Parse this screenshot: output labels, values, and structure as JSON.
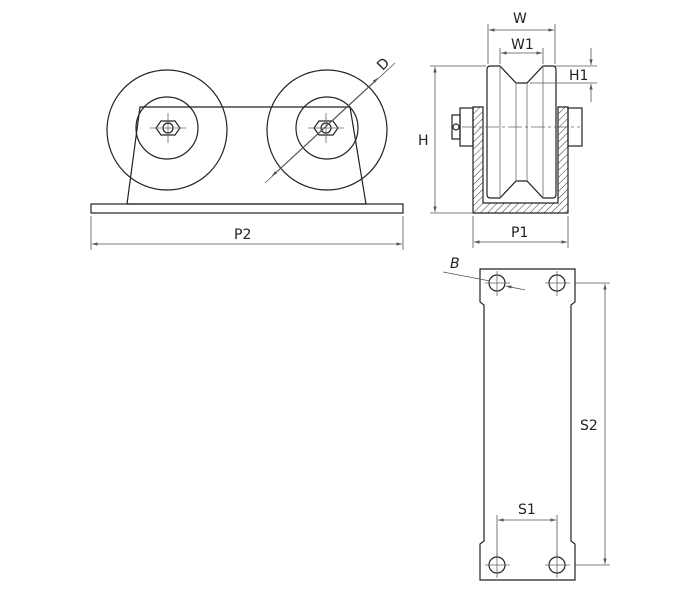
{
  "drawing": {
    "labels": {
      "W": "W",
      "W1": "W1",
      "H1": "H1",
      "H": "H",
      "P1": "P1",
      "P2": "P2",
      "D": "D",
      "B": "B",
      "S1": "S1",
      "S2": "S2"
    },
    "colors": {
      "line": "#222222",
      "dimension": "#555555",
      "background": "#ffffff"
    }
  }
}
